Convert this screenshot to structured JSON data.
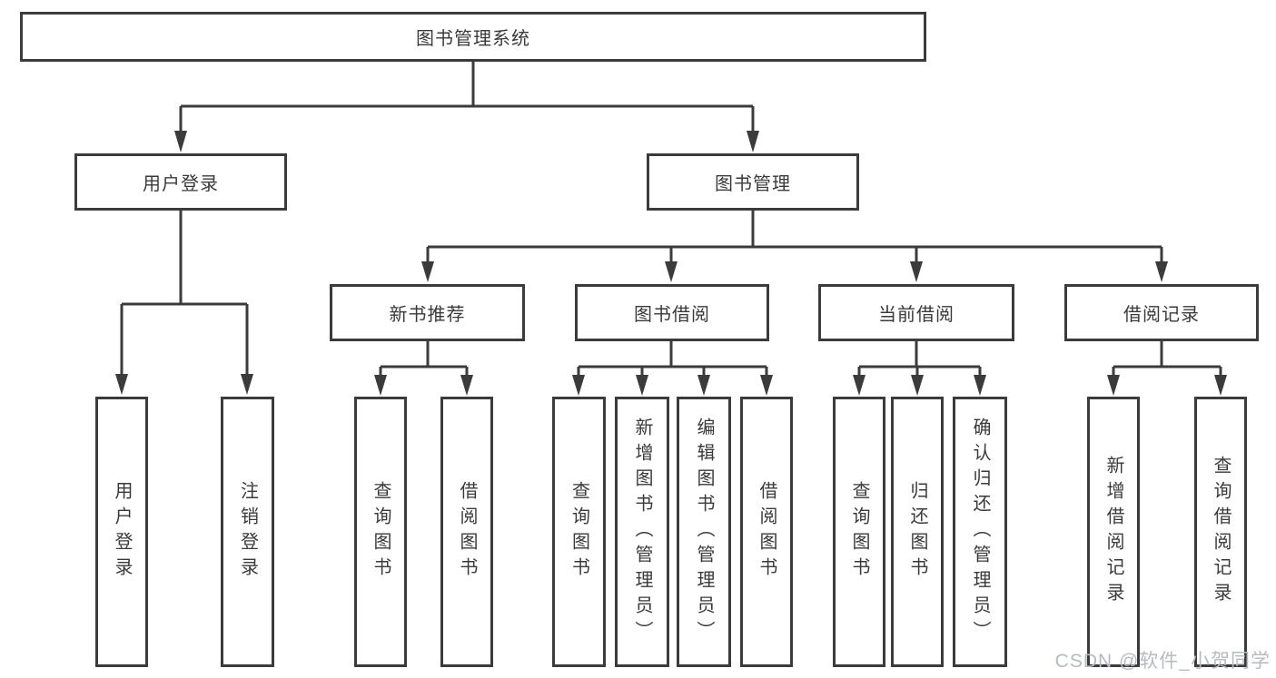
{
  "diagram": {
    "root": {
      "label": "图书管理系统"
    },
    "branches": {
      "user_login": {
        "label": "用户登录"
      },
      "book_mgmt": {
        "label": "图书管理"
      }
    },
    "modules": {
      "new_book": {
        "label": "新书推荐"
      },
      "book_borrow": {
        "label": "图书借阅"
      },
      "current_borrow": {
        "label": "当前借阅"
      },
      "borrow_record": {
        "label": "借阅记录"
      }
    },
    "leaves": {
      "login": {
        "label": "用户登录"
      },
      "logout": {
        "label": "注销登录"
      },
      "nb_query": {
        "label": "查询图书"
      },
      "nb_borrow": {
        "label": "借阅图书"
      },
      "bb_query": {
        "label": "查询图书"
      },
      "bb_add": {
        "label": "新增图书（管理员）"
      },
      "bb_edit": {
        "label": "编辑图书（管理员）"
      },
      "bb_borrow": {
        "label": "借阅图书"
      },
      "cb_query": {
        "label": "查询图书"
      },
      "cb_return": {
        "label": "归还图书"
      },
      "cb_confirm": {
        "label": "确认归还（管理员）"
      },
      "br_add": {
        "label": "新增借阅记录"
      },
      "br_query": {
        "label": "查询借阅记录"
      }
    },
    "watermark": "CSDN @软件_小贺同学",
    "colors": {
      "line": "#3b3b3b",
      "text": "#3a3a3a",
      "watermark": "#b6bac1",
      "background": "#ffffff"
    }
  }
}
